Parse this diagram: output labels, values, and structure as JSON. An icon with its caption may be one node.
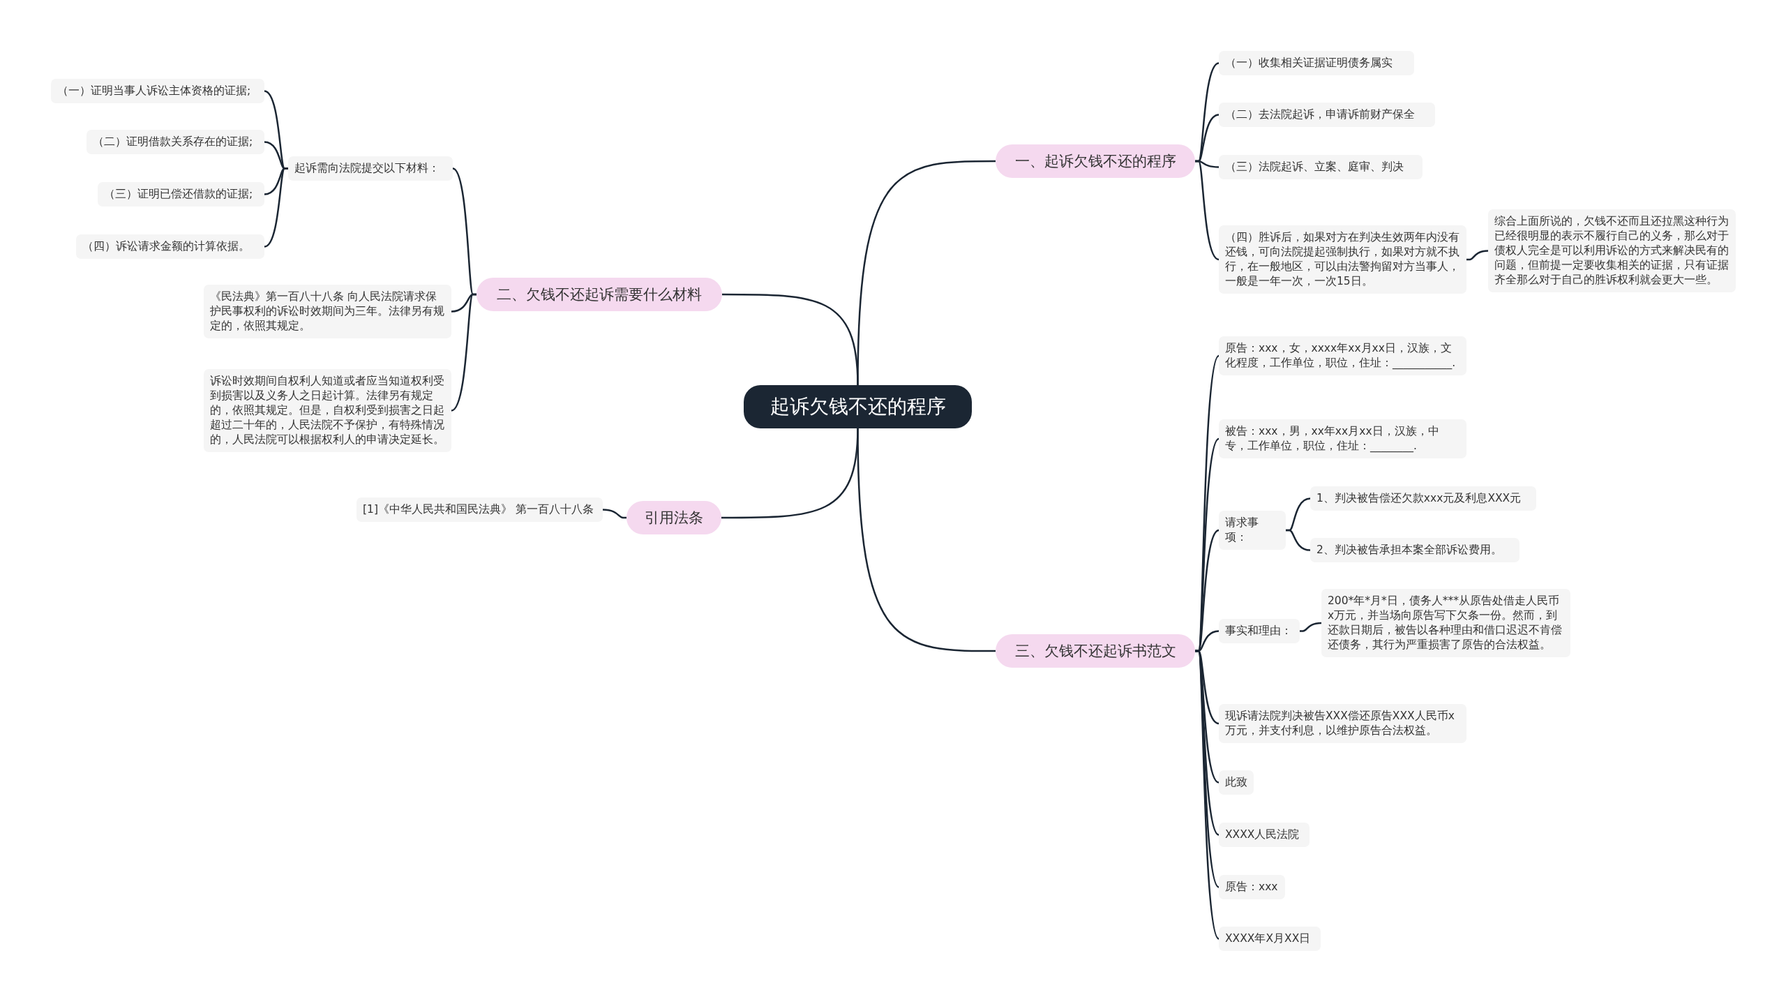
{
  "diagram": {
    "nodes": [
      {
        "text": [
          "起诉欠钱不还的程序"
        ]
      },
      {
        "text": [
          "一、起诉欠钱不还的程序"
        ]
      },
      {
        "text": [
          "（一）收集相关证据证明债务属实"
        ]
      },
      {
        "text": [
          "（二）去法院起诉，申请诉前财产保全"
        ]
      },
      {
        "text": [
          "（三）法院起诉、立案、庭审、判决"
        ]
      },
      {
        "text": [
          "（四）胜诉后，如果对方在判决生效两年内没有还钱，可向法院提起强制执行，如果对方就不执行，在一般地区，可以由法警拘留对方当事人，一般是一年一次，一次15日。"
        ]
      },
      {
        "text": [
          "综合上面所说的，欠钱不还而且还拉黑这种行为已经很明显的表示不履行自己的义务，那么对于债权人完全是可以利用诉讼的方式来解决民有的问题，但前提一定要收集相关的证据，只有证据齐全那么对于自己的胜诉权利就会更大一些。"
        ]
      },
      {
        "text": [
          "三、欠钱不还起诉书范文"
        ]
      },
      {
        "text": [
          "原告：xxx，女，xxxx年xx月xx日，汉族，文化程度，工作单位，职位，住址：___________."
        ]
      },
      {
        "text": [
          "被告：xxx，男，xx年xx月xx日，汉族，中专，工作单位，职位，住址：________."
        ]
      },
      {
        "text": [
          "请求事项："
        ]
      },
      {
        "text": [
          "1、判决被告偿还欠款xxx元及利息XXX元"
        ]
      },
      {
        "text": [
          "2、判决被告承担本案全部诉讼费用。"
        ]
      },
      {
        "text": [
          "事实和理由："
        ]
      },
      {
        "text": [
          "200*年*月*日，债务人***从原告处借走人民币x万元，并当场向原告写下欠条一份。然而，到还款日期后，被告以各种理由和借口迟迟不肯偿还债务，其行为严重损害了原告的合法权益。"
        ]
      },
      {
        "text": [
          "现诉请法院判决被告XXX偿还原告XXX人民币x万元，并支付利息，以维护原告合法权益。"
        ]
      },
      {
        "text": [
          "此致"
        ]
      },
      {
        "text": [
          "XXXX人民法院"
        ]
      },
      {
        "text": [
          "原告：xxx"
        ]
      },
      {
        "text": [
          "XXXX年X月XX日"
        ]
      },
      {
        "text": [
          "二、欠钱不还起诉需要什么材料"
        ]
      },
      {
        "text": [
          "起诉需向法院提交以下材料："
        ]
      },
      {
        "text": [
          "（一）证明当事人诉讼主体资格的证据;"
        ]
      },
      {
        "text": [
          "（二）证明借款关系存在的证据;"
        ]
      },
      {
        "text": [
          "（三）证明已偿还借款的证据;"
        ]
      },
      {
        "text": [
          "（四）诉讼请求金额的计算依据。"
        ]
      },
      {
        "text": [
          "《民法典》第一百八十八条 向人民法院请求保护民事权利的诉讼时效期间为三年。法律另有规定的，依照其规定。"
        ]
      },
      {
        "text": [
          "诉讼时效期间自权利人知道或者应当知道权利受到损害以及义务人之日起计算。法律另有规定的，依照其规定。但是，自权利受到损害之日起超过二十年的，人民法院不予保护，有特殊情况的，人民法院可以根据权利人的申请决定延长。"
        ]
      },
      {
        "text": [
          "引用法条"
        ]
      },
      {
        "text": [
          "[1]《中华人民共和国民法典》 第一百八十八条"
        ]
      }
    ],
    "edges": [
      {
        "from": 0,
        "to": 1,
        "arrow": "none"
      },
      {
        "from": 1,
        "to": 2,
        "arrow": "none"
      },
      {
        "from": 1,
        "to": 3,
        "arrow": "none"
      },
      {
        "from": 1,
        "to": 4,
        "arrow": "none"
      },
      {
        "from": 1,
        "to": 5,
        "arrow": "none"
      },
      {
        "from": 5,
        "to": 6,
        "arrow": "none"
      },
      {
        "from": 0,
        "to": 7,
        "arrow": "none"
      },
      {
        "from": 7,
        "to": 8,
        "arrow": "none"
      },
      {
        "from": 7,
        "to": 9,
        "arrow": "none"
      },
      {
        "from": 7,
        "to": 10,
        "arrow": "none"
      },
      {
        "from": 10,
        "to": 11,
        "arrow": "none"
      },
      {
        "from": 10,
        "to": 12,
        "arrow": "none"
      },
      {
        "from": 7,
        "to": 13,
        "arrow": "none"
      },
      {
        "from": 13,
        "to": 14,
        "arrow": "none"
      },
      {
        "from": 7,
        "to": 15,
        "arrow": "none"
      },
      {
        "from": 7,
        "to": 16,
        "arrow": "none"
      },
      {
        "from": 7,
        "to": 17,
        "arrow": "none"
      },
      {
        "from": 7,
        "to": 18,
        "arrow": "none"
      },
      {
        "from": 7,
        "to": 19,
        "arrow": "none"
      },
      {
        "from": 0,
        "to": 20,
        "arrow": "none"
      },
      {
        "from": 20,
        "to": 21,
        "arrow": "none"
      },
      {
        "from": 21,
        "to": 22,
        "arrow": "none"
      },
      {
        "from": 21,
        "to": 23,
        "arrow": "none"
      },
      {
        "from": 21,
        "to": 24,
        "arrow": "none"
      },
      {
        "from": 21,
        "to": 25,
        "arrow": "none"
      },
      {
        "from": 20,
        "to": 26,
        "arrow": "none"
      },
      {
        "from": 20,
        "to": 27,
        "arrow": "none"
      },
      {
        "from": 0,
        "to": 28,
        "arrow": "none"
      },
      {
        "from": 28,
        "to": 29,
        "arrow": "none"
      }
    ]
  }
}
